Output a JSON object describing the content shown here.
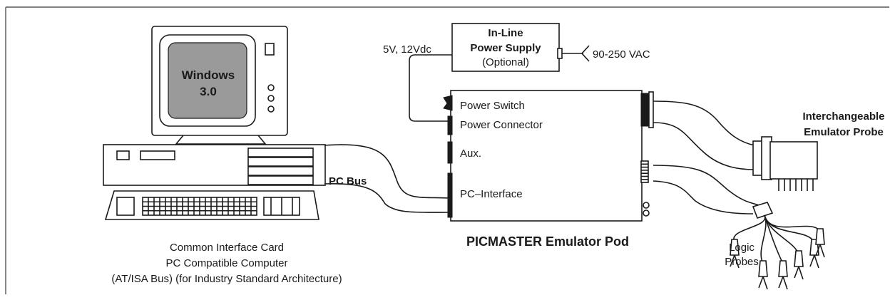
{
  "pc": {
    "screen_line1": "Windows",
    "screen_line2": "3.0",
    "caption_line1": "Common Interface Card",
    "caption_line2": "PC Compatible Computer",
    "caption_line3": "(AT/ISA Bus) (for Industry Standard Architecture)"
  },
  "bus_label": "PC Bus",
  "power_supply": {
    "title_line1": "In-Line",
    "title_line2": "Power Supply",
    "subtitle": "(Optional)",
    "output_label": "5V, 12Vdc",
    "input_label": "90-250 VAC"
  },
  "pod": {
    "title": "PICMASTER Emulator Pod",
    "ports": {
      "power_switch": "Power Switch",
      "power_connector": "Power Connector",
      "aux": "Aux.",
      "pc_interface": "PC–Interface"
    }
  },
  "probe": {
    "title_line1": "Interchangeable",
    "title_line2": "Emulator Probe"
  },
  "logic_probes": {
    "label_line1": "Logic",
    "label_line2": "Probes"
  }
}
